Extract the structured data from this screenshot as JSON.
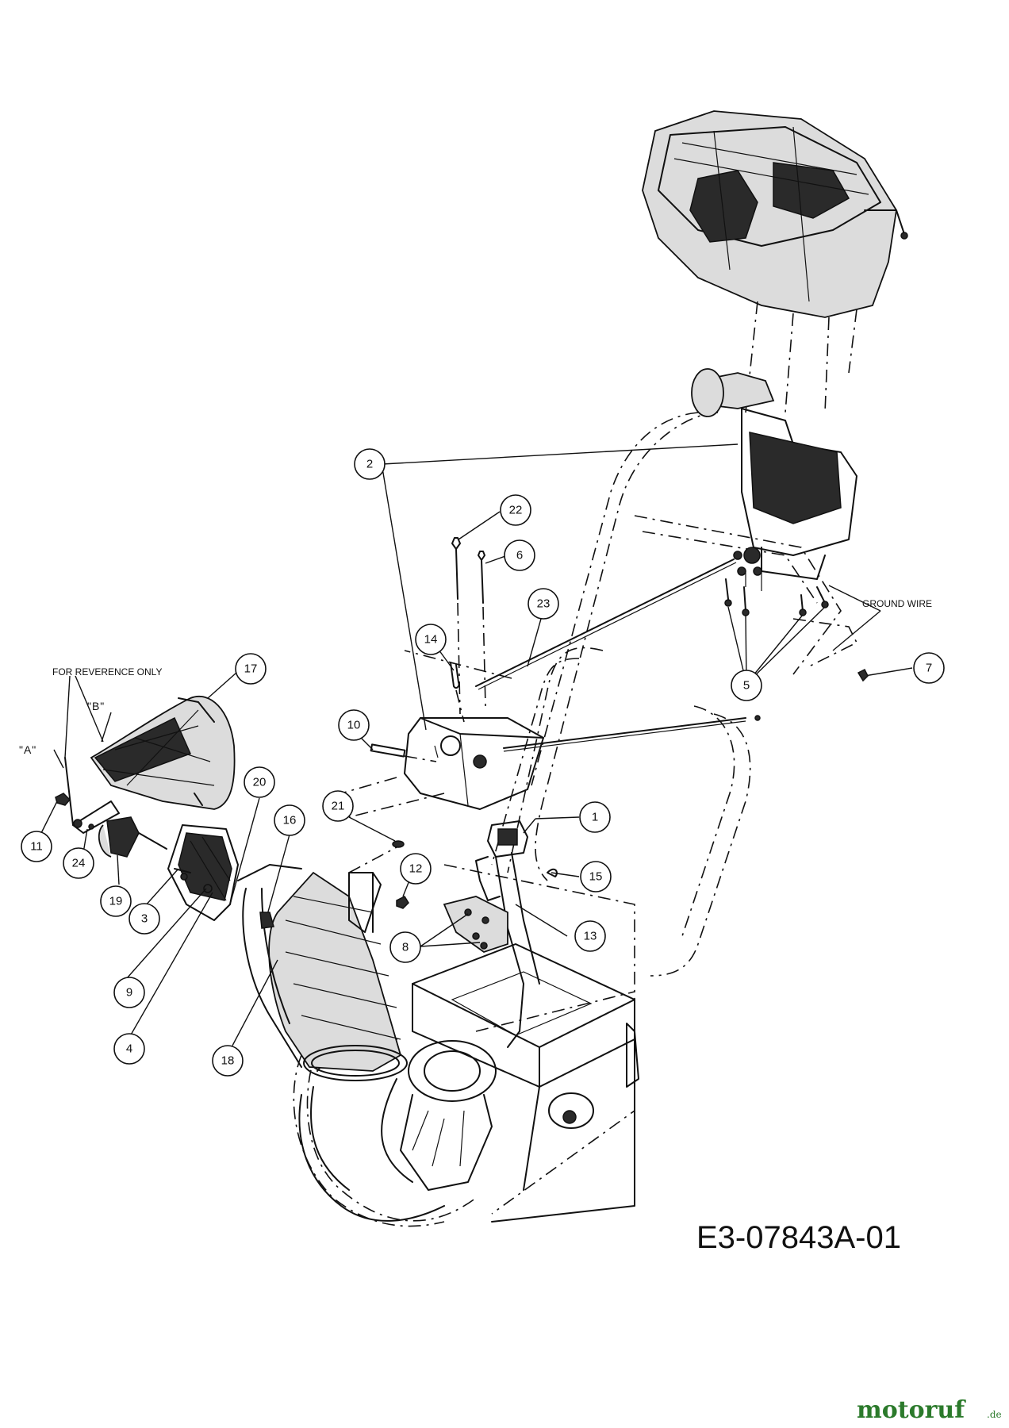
{
  "callouts": {
    "c1": "1",
    "c2": "2",
    "c3": "3",
    "c4": "4",
    "c5": "5",
    "c6": "6",
    "c7": "7",
    "c8": "8",
    "c9": "9",
    "c10": "10",
    "c11": "11",
    "c12": "12",
    "c13": "13",
    "c14": "14",
    "c15": "15",
    "c16": "16",
    "c17": "17",
    "c18": "18",
    "c19": "19",
    "c20": "20",
    "c21": "21",
    "c22": "22",
    "c23": "23",
    "c24": "24"
  },
  "notes": {
    "reference": "FOR REVERENCE ONLY",
    "label_a": "\"A\"",
    "label_b": "\"B\"",
    "ground_wire": "GROUND WIRE"
  },
  "drawing_code": "E3-07843A-01",
  "watermark": {
    "brand": "motoruf",
    "tld": ".de"
  }
}
